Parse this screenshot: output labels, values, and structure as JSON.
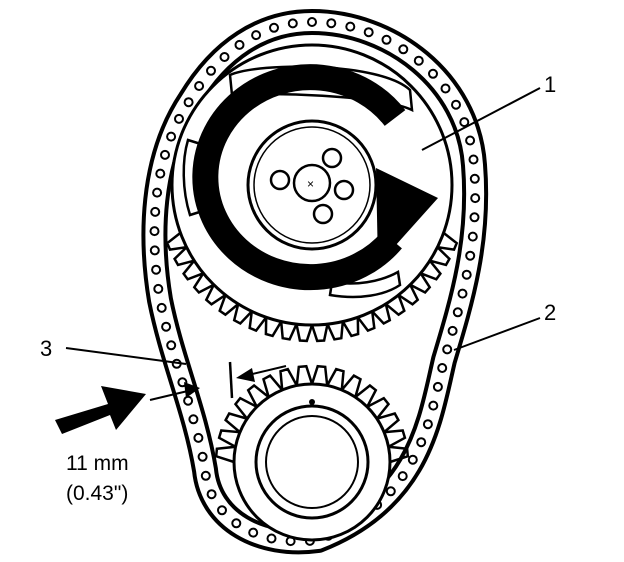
{
  "callouts": {
    "c1": "1",
    "c2": "2",
    "c3": "3"
  },
  "measurement": {
    "metric": "11 mm",
    "imperial": "(0.43\")"
  },
  "colors": {
    "ink": "#000000",
    "paper": "#ffffff"
  },
  "icons": {
    "rotation": "circular-arrow-icon",
    "push": "force-arrow-icon"
  }
}
